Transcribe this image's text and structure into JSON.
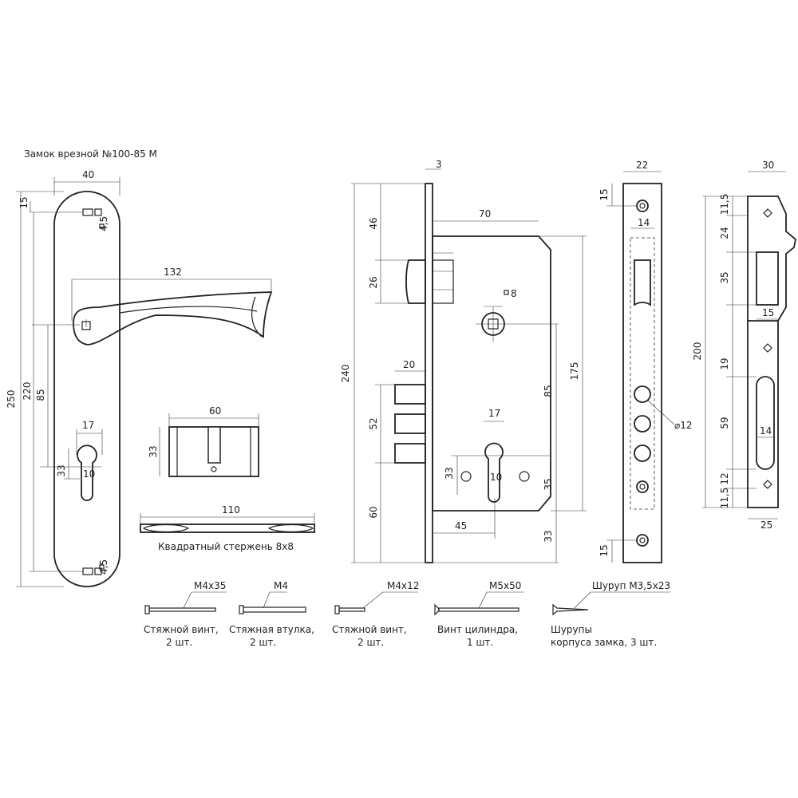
{
  "title": "Замок врезной №100-85 М",
  "handle": {
    "width": "40",
    "top_offset": "15",
    "sq_top": "4,5",
    "lever_len": "132",
    "spacing": "85",
    "center_to_bottom": "220",
    "total": "250",
    "cyl_width": "17",
    "cyl_height": "33",
    "cyl_slot": "10",
    "sq_bottom": "4,5"
  },
  "cylinder": {
    "length": "60",
    "height": "33"
  },
  "spindle": {
    "length": "110",
    "label": "Квадратный стержень 8х8"
  },
  "lock_body": {
    "faceplate_thickness": "3",
    "backset": "70",
    "latch_offset": "46",
    "latch_height": "26",
    "spindle_square": "8",
    "total_height": "240",
    "bolt_depth": "20",
    "bolt_height": "52",
    "bolt_bottom": "60",
    "cyl_width": "17",
    "cyl_h": "33",
    "cyl_slot": "10",
    "cyl_to_spindle": "85",
    "spindle_top": "175",
    "cyl_center": "35",
    "cyl_backset": "45",
    "bottom": "33"
  },
  "faceplate": {
    "width": "22",
    "hole_top": "15",
    "inner_width": "14",
    "hole_dia": "⌀12",
    "hole_bottom": "15"
  },
  "strike": {
    "width": "30",
    "d1": "11,5",
    "d2": "24",
    "d3": "35",
    "d4": "15",
    "d5": "19",
    "d6": "59",
    "d7": "14",
    "d8": "12",
    "d9": "11,5",
    "total": "200",
    "bottom_width": "25"
  },
  "parts": [
    {
      "size": "М4х35",
      "name1": "Стяжной винт,",
      "name2": "2 шт."
    },
    {
      "size": "М4",
      "name1": "Стяжная втулка,",
      "name2": "2 шт."
    },
    {
      "size": "М4х12",
      "name1": "Стяжной винт,",
      "name2": "2 шт."
    },
    {
      "size": "М5х50",
      "name1": "Винт цилиндра,",
      "name2": "1 шт."
    },
    {
      "size": "Шуруп М3,5х23",
      "name1": "Шурупы",
      "name2": "корпуса замка, 3 шт."
    }
  ]
}
